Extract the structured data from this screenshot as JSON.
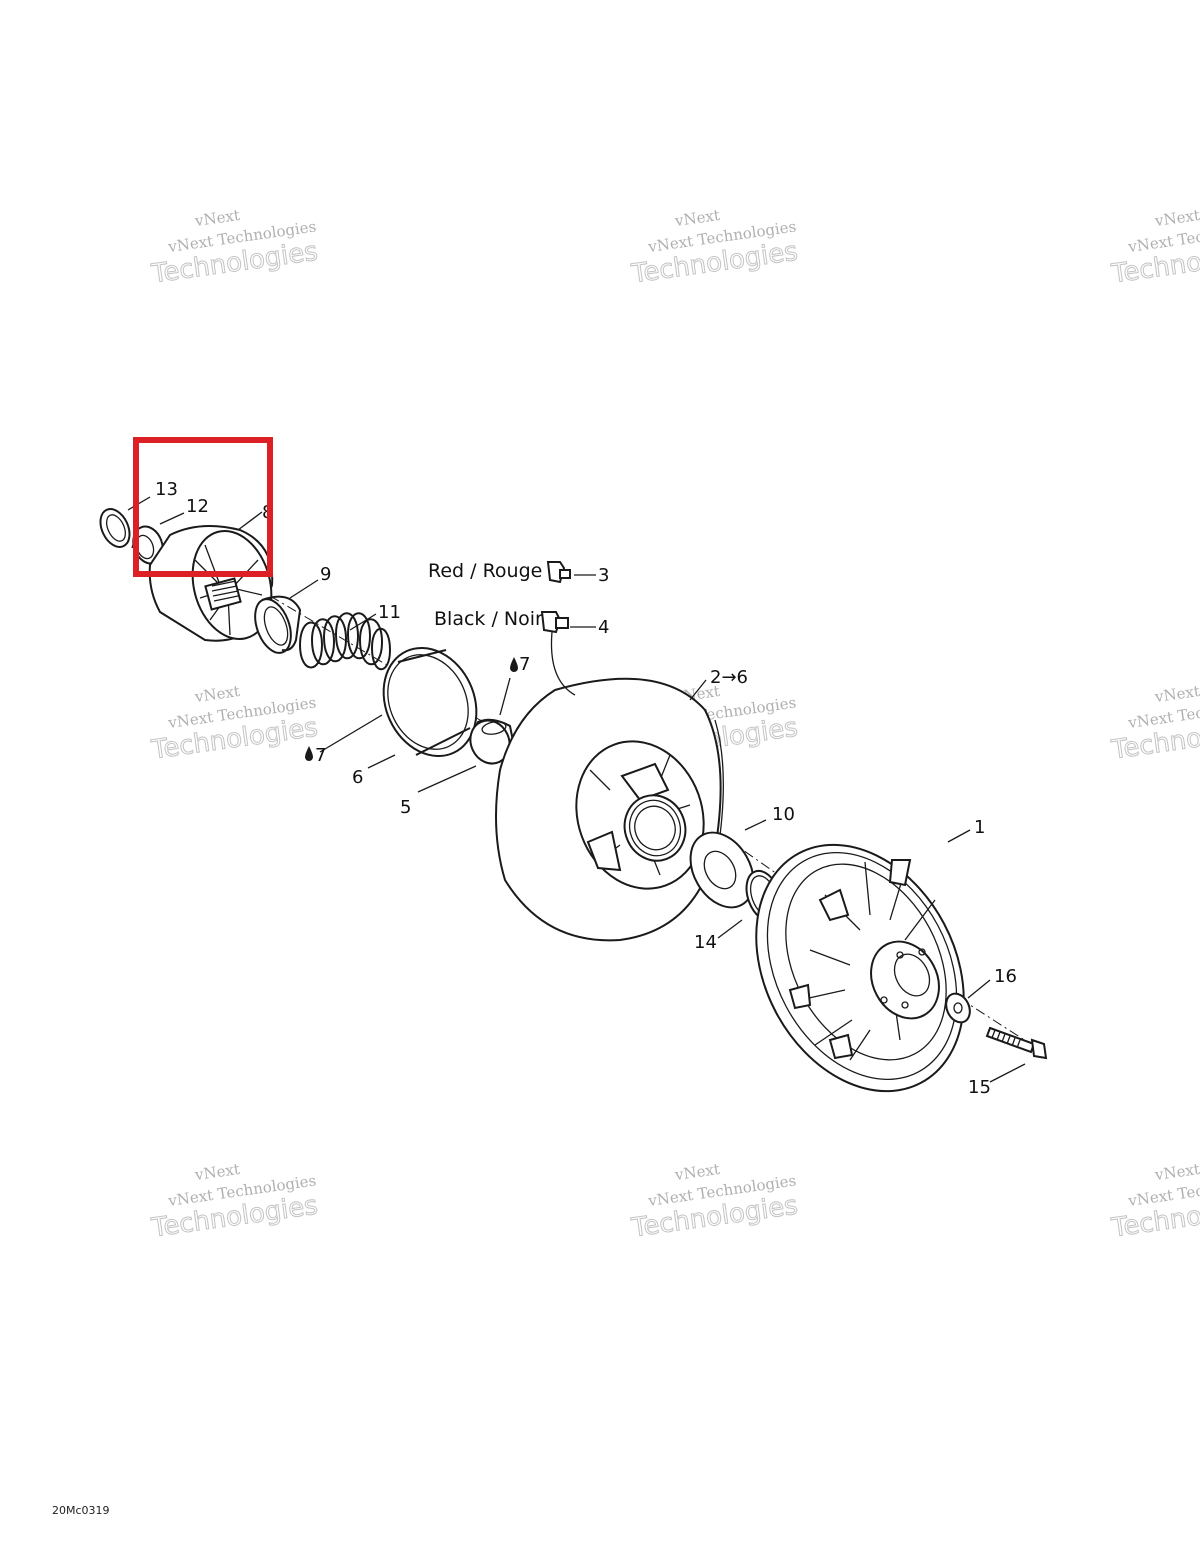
{
  "diagram_code": "20Mc0319",
  "colors": {
    "highlight": "#dd1f26",
    "line": "#1a1a1a",
    "watermark": "#b8b8b8"
  },
  "watermark": {
    "line1": "vNext Technologies",
    "line2": "Technologies",
    "line3": "vNext"
  },
  "callouts": {
    "c1": "1",
    "c2": "2→6",
    "c3": "3",
    "c4": "4",
    "c5": "5",
    "c6": "6",
    "c7a": "7",
    "c7b": "7",
    "c8": "8",
    "c9": "9",
    "c10": "10",
    "c11": "11",
    "c12": "12",
    "c13": "13",
    "c14": "14",
    "c15": "15",
    "c16": "16"
  },
  "notes": {
    "red": "Red / Rouge",
    "black": "Black / Noir"
  },
  "icons": {
    "lube": "oil-drop-icon",
    "tag_red": "red-tag-icon",
    "tag_black": "black-tag-icon"
  }
}
